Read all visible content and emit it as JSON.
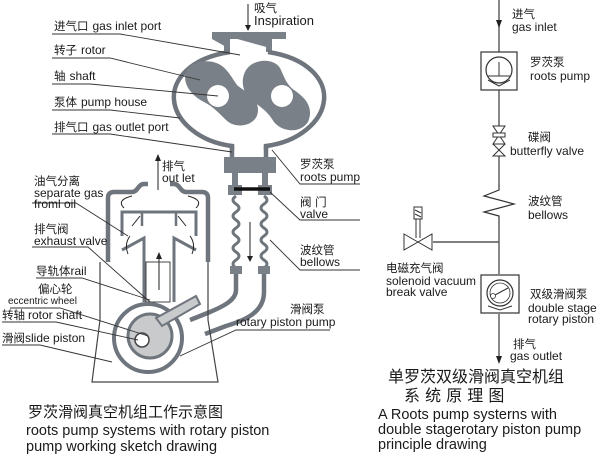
{
  "left_diagram": {
    "labels": {
      "gas_inlet_port": {
        "cn": "进气口",
        "en": "gas inlet port"
      },
      "rotor": {
        "cn": "转子",
        "en": "rotor"
      },
      "shaft": {
        "cn": "轴",
        "en": "shaft"
      },
      "pump_house": {
        "cn": "泵体",
        "en": "pump house"
      },
      "gas_outlet_port": {
        "cn": "排气口",
        "en": "gas outlet port"
      },
      "inspiration": {
        "cn": "吸气",
        "en": "Inspiration"
      },
      "out_let": {
        "cn": "排气",
        "en": "out let"
      },
      "separate_gas": {
        "cn": "油气分离",
        "en1": "separate gas",
        "en2": "froml oil"
      },
      "exhaust_valve": {
        "cn": "排气阀",
        "en": "exhaust valve"
      },
      "rail": {
        "cn": "导轨体",
        "en": "rail"
      },
      "eccentric_wheel": {
        "cn": "偏心轮",
        "en": "eccentric wheel"
      },
      "rotor_shaft": {
        "cn": "转轴",
        "en": "rotor shaft"
      },
      "slide_piston": {
        "cn": "滑阀",
        "en": "slide piston"
      },
      "roots_pump": {
        "cn": "罗茨泵",
        "en": "roots pump"
      },
      "valve": {
        "cn": "阀 门",
        "en": "valve"
      },
      "bellows": {
        "cn": "波纹管",
        "en": "bellows"
      },
      "rotary_piston_pump": {
        "cn": "滑阀泵",
        "en": "rotary piston pump"
      }
    },
    "caption": {
      "cn": "罗茨滑阀真空机组工作示意图",
      "en1": "roots pump systems with rotary piston",
      "en2": "pump working sketch drawing"
    }
  },
  "right_diagram": {
    "labels": {
      "gas_inlet": {
        "cn": "进气",
        "en": "gas inlet"
      },
      "roots_pump": {
        "cn": "罗茨泵",
        "en": "roots pump"
      },
      "butterfly_valve": {
        "cn": "碟阀",
        "en": "butterfly valve"
      },
      "bellows": {
        "cn": "波纹管",
        "en": "bellows"
      },
      "solenoid": {
        "cn": "电磁充气阀",
        "en1": "solenoid vacuum",
        "en2": "break valve"
      },
      "double_stage": {
        "cn": "双级滑阀泵",
        "en1": "double stage",
        "en2": "rotary piston"
      },
      "gas_outlet": {
        "cn": "排气",
        "en": "gas outlet"
      }
    },
    "caption": {
      "cn1": "单罗茨双级滑阀真空机组",
      "cn2": "系 统 原 理 图",
      "en1": "A Roots pump systerns with",
      "en2": "double stagerotary piston pump",
      "en3": "principle drawing"
    }
  },
  "colors": {
    "metal_grey": "#7a8088",
    "light_grey": "#c8cacc",
    "line": "#222222"
  }
}
